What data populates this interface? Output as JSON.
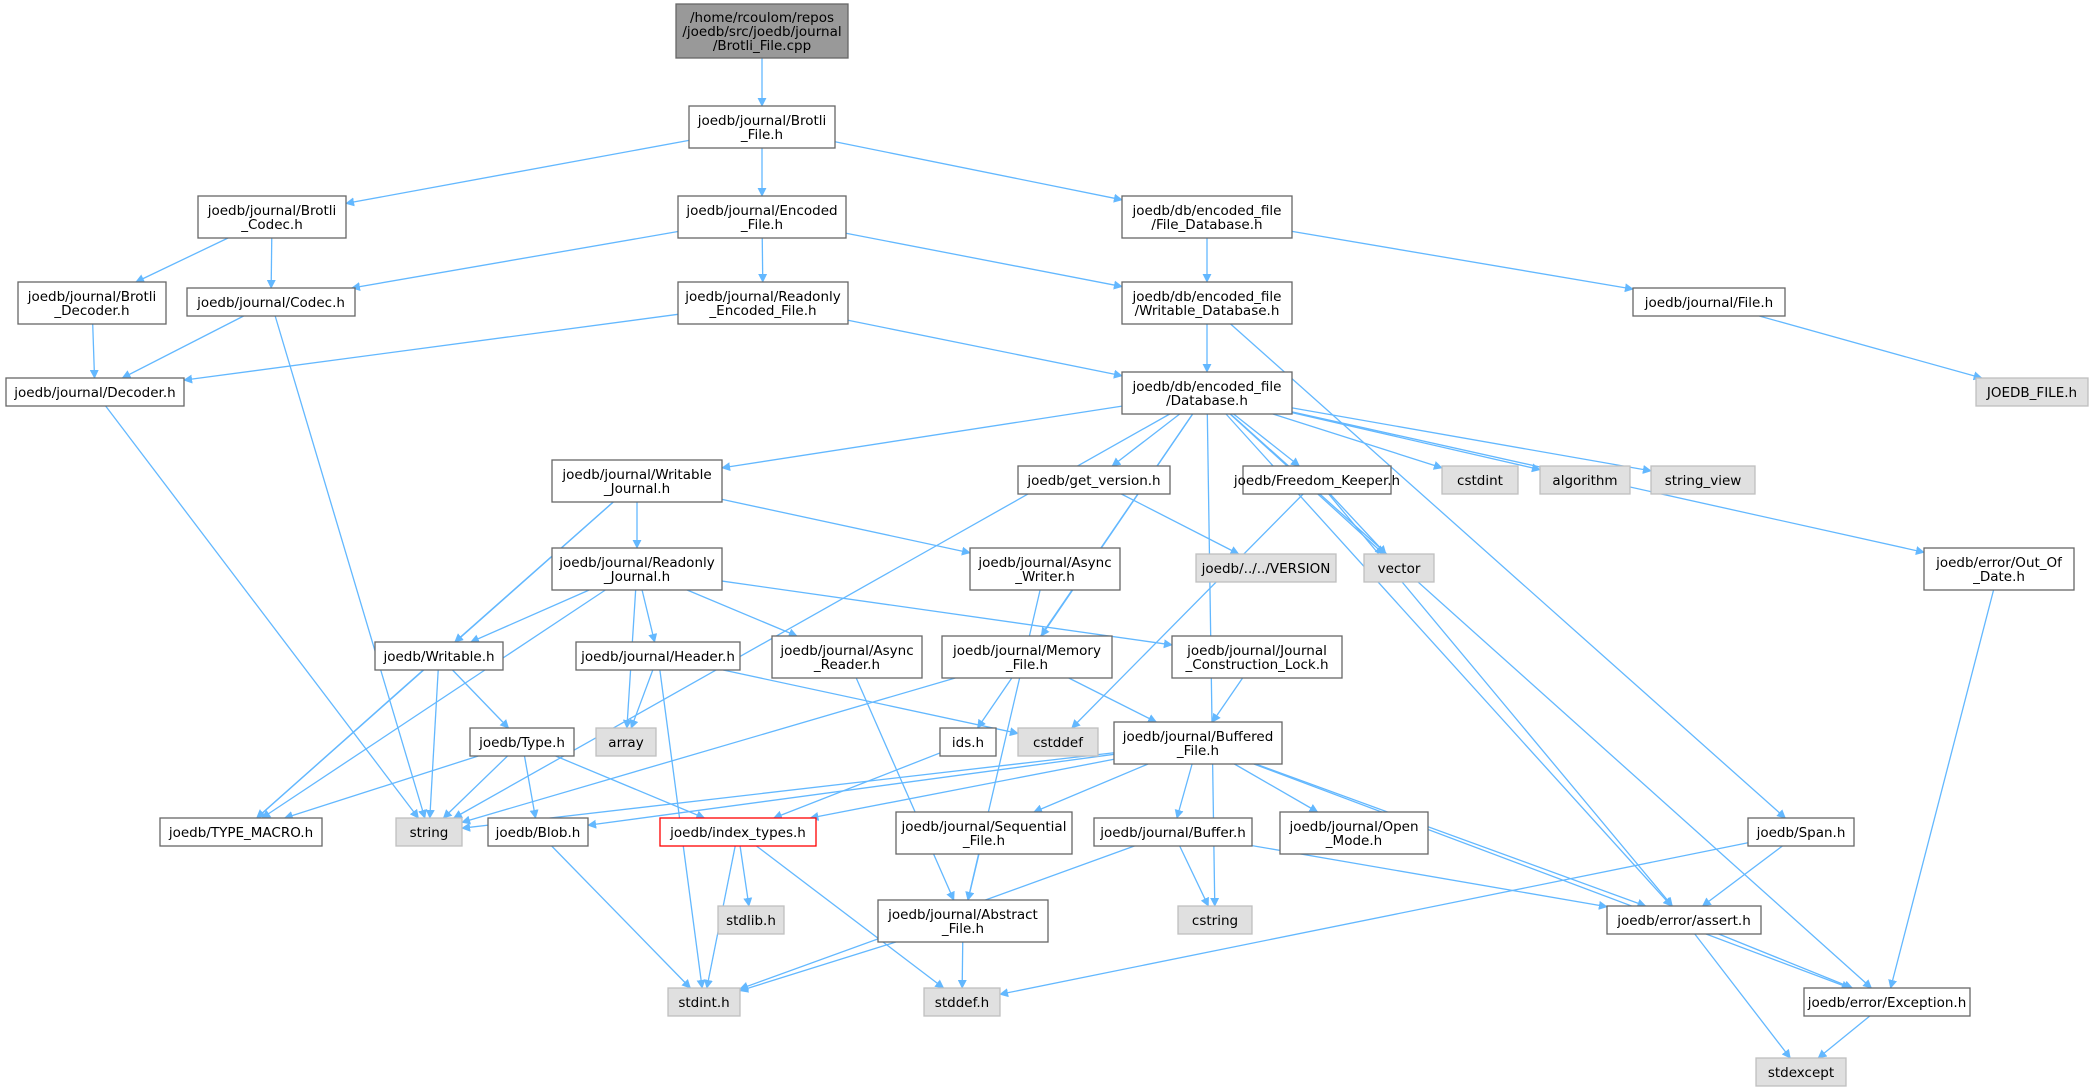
{
  "colors": {
    "edge": "#63b8ff",
    "node_border": "#666666",
    "node_fill": "#ffffff",
    "system_fill": "#e0e0e0",
    "system_border": "#bfbfbf",
    "root_fill": "#999999",
    "root_border": "#666666",
    "error_border": "#ff0000"
  },
  "nodes": [
    {
      "id": "root",
      "kind": "root",
      "lines": [
        "/home/rcoulom/repos",
        "/joedb/src/joedb/journal",
        "/Brotli_File.cpp"
      ]
    },
    {
      "id": "brotli_file_h",
      "kind": "normal",
      "lines": [
        "joedb/journal/Brotli",
        "_File.h"
      ]
    },
    {
      "id": "brotli_codec_h",
      "kind": "normal",
      "lines": [
        "joedb/journal/Brotli",
        "_Codec.h"
      ]
    },
    {
      "id": "encoded_file_h",
      "kind": "normal",
      "lines": [
        "joedb/journal/Encoded",
        "_File.h"
      ]
    },
    {
      "id": "file_database_h",
      "kind": "normal",
      "lines": [
        "joedb/db/encoded_file",
        "/File_Database.h"
      ]
    },
    {
      "id": "brotli_decoder_h",
      "kind": "normal",
      "lines": [
        "joedb/journal/Brotli",
        "_Decoder.h"
      ]
    },
    {
      "id": "codec_h",
      "kind": "normal",
      "lines": [
        "joedb/journal/Codec.h"
      ]
    },
    {
      "id": "readonly_encoded_file_h",
      "kind": "normal",
      "lines": [
        "joedb/journal/Readonly",
        "_Encoded_File.h"
      ]
    },
    {
      "id": "writable_database_h",
      "kind": "normal",
      "lines": [
        "joedb/db/encoded_file",
        "/Writable_Database.h"
      ]
    },
    {
      "id": "journal_file_h",
      "kind": "normal",
      "lines": [
        "joedb/journal/File.h"
      ]
    },
    {
      "id": "decoder_h",
      "kind": "normal",
      "lines": [
        "joedb/journal/Decoder.h"
      ]
    },
    {
      "id": "database_h",
      "kind": "normal",
      "lines": [
        "joedb/db/encoded_file",
        "/Database.h"
      ]
    },
    {
      "id": "joedb_file_h",
      "kind": "system",
      "lines": [
        "JOEDB_FILE.h"
      ]
    },
    {
      "id": "writable_journal_h",
      "kind": "normal",
      "lines": [
        "joedb/journal/Writable",
        "_Journal.h"
      ]
    },
    {
      "id": "get_version_h",
      "kind": "normal",
      "lines": [
        "joedb/get_version.h"
      ]
    },
    {
      "id": "freedom_keeper_h",
      "kind": "normal",
      "lines": [
        "joedb/Freedom_Keeper.h"
      ]
    },
    {
      "id": "cstdint",
      "kind": "system",
      "lines": [
        "cstdint"
      ]
    },
    {
      "id": "algorithm",
      "kind": "system",
      "lines": [
        "algorithm"
      ]
    },
    {
      "id": "string_view",
      "kind": "system",
      "lines": [
        "string_view"
      ]
    },
    {
      "id": "readonly_journal_h",
      "kind": "normal",
      "lines": [
        "joedb/journal/Readonly",
        "_Journal.h"
      ]
    },
    {
      "id": "async_writer_h",
      "kind": "normal",
      "lines": [
        "joedb/journal/Async",
        "_Writer.h"
      ]
    },
    {
      "id": "version_file",
      "kind": "system",
      "lines": [
        "joedb/../../VERSION"
      ]
    },
    {
      "id": "vector",
      "kind": "system",
      "lines": [
        "vector"
      ]
    },
    {
      "id": "out_of_date_h",
      "kind": "normal",
      "lines": [
        "joedb/error/Out_Of",
        "_Date.h"
      ]
    },
    {
      "id": "writable_h",
      "kind": "normal",
      "lines": [
        "joedb/Writable.h"
      ]
    },
    {
      "id": "header_h",
      "kind": "normal",
      "lines": [
        "joedb/journal/Header.h"
      ]
    },
    {
      "id": "async_reader_h",
      "kind": "normal",
      "lines": [
        "joedb/journal/Async",
        "_Reader.h"
      ]
    },
    {
      "id": "memory_file_h",
      "kind": "normal",
      "lines": [
        "joedb/journal/Memory",
        "_File.h"
      ]
    },
    {
      "id": "construction_lock_h",
      "kind": "normal",
      "lines": [
        "joedb/journal/Journal",
        "_Construction_Lock.h"
      ]
    },
    {
      "id": "array",
      "kind": "system",
      "lines": [
        "array"
      ]
    },
    {
      "id": "cstddef",
      "kind": "system",
      "lines": [
        "cstddef"
      ]
    },
    {
      "id": "ids_h",
      "kind": "normal",
      "lines": [
        "ids.h"
      ]
    },
    {
      "id": "buffered_file_h",
      "kind": "normal",
      "lines": [
        "joedb/journal/Buffered",
        "_File.h"
      ]
    },
    {
      "id": "type_h",
      "kind": "normal",
      "lines": [
        "joedb/Type.h"
      ]
    },
    {
      "id": "type_macro_h",
      "kind": "normal",
      "lines": [
        "joedb/TYPE_MACRO.h"
      ]
    },
    {
      "id": "string",
      "kind": "system",
      "lines": [
        "string"
      ]
    },
    {
      "id": "blob_h",
      "kind": "normal",
      "lines": [
        "joedb/Blob.h"
      ]
    },
    {
      "id": "index_types_h",
      "kind": "error",
      "lines": [
        "joedb/index_types.h"
      ]
    },
    {
      "id": "sequential_file_h",
      "kind": "normal",
      "lines": [
        "joedb/journal/Sequential",
        "_File.h"
      ]
    },
    {
      "id": "buffer_h",
      "kind": "normal",
      "lines": [
        "joedb/journal/Buffer.h"
      ]
    },
    {
      "id": "open_mode_h",
      "kind": "normal",
      "lines": [
        "joedb/journal/Open",
        "_Mode.h"
      ]
    },
    {
      "id": "span_h",
      "kind": "normal",
      "lines": [
        "joedb/Span.h"
      ]
    },
    {
      "id": "stdlib_h",
      "kind": "system",
      "lines": [
        "stdlib.h"
      ]
    },
    {
      "id": "abstract_file_h",
      "kind": "normal",
      "lines": [
        "joedb/journal/Abstract",
        "_File.h"
      ]
    },
    {
      "id": "cstring",
      "kind": "system",
      "lines": [
        "cstring"
      ]
    },
    {
      "id": "assert_h",
      "kind": "normal",
      "lines": [
        "joedb/error/assert.h"
      ]
    },
    {
      "id": "stdint_h",
      "kind": "system",
      "lines": [
        "stdint.h"
      ]
    },
    {
      "id": "stddef_h",
      "kind": "system",
      "lines": [
        "stddef.h"
      ]
    },
    {
      "id": "exception_h",
      "kind": "normal",
      "lines": [
        "joedb/error/Exception.h"
      ]
    },
    {
      "id": "stdexcept",
      "kind": "system",
      "lines": [
        "stdexcept"
      ]
    }
  ]
}
